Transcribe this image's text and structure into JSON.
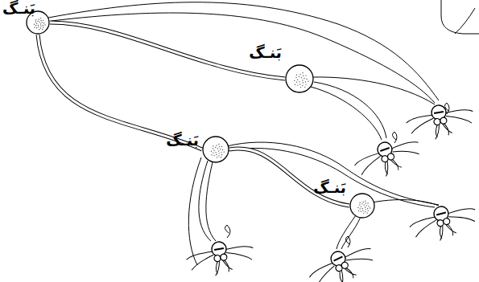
{
  "diagram": {
    "nodes": [
      {
        "text": [
          "بَنـگ"
        ]
      },
      {
        "text": [
          "بَنـگ"
        ]
      },
      {
        "text": [
          "بَنـگ"
        ]
      },
      {
        "text": [
          "بَنـگ"
        ]
      }
    ],
    "edges": [
      {
        "from": 0,
        "to": 1,
        "arrow": "none"
      },
      {
        "from": 0,
        "to": 2,
        "arrow": "none"
      },
      {
        "from": 2,
        "to": 3,
        "arrow": "none"
      }
    ]
  }
}
